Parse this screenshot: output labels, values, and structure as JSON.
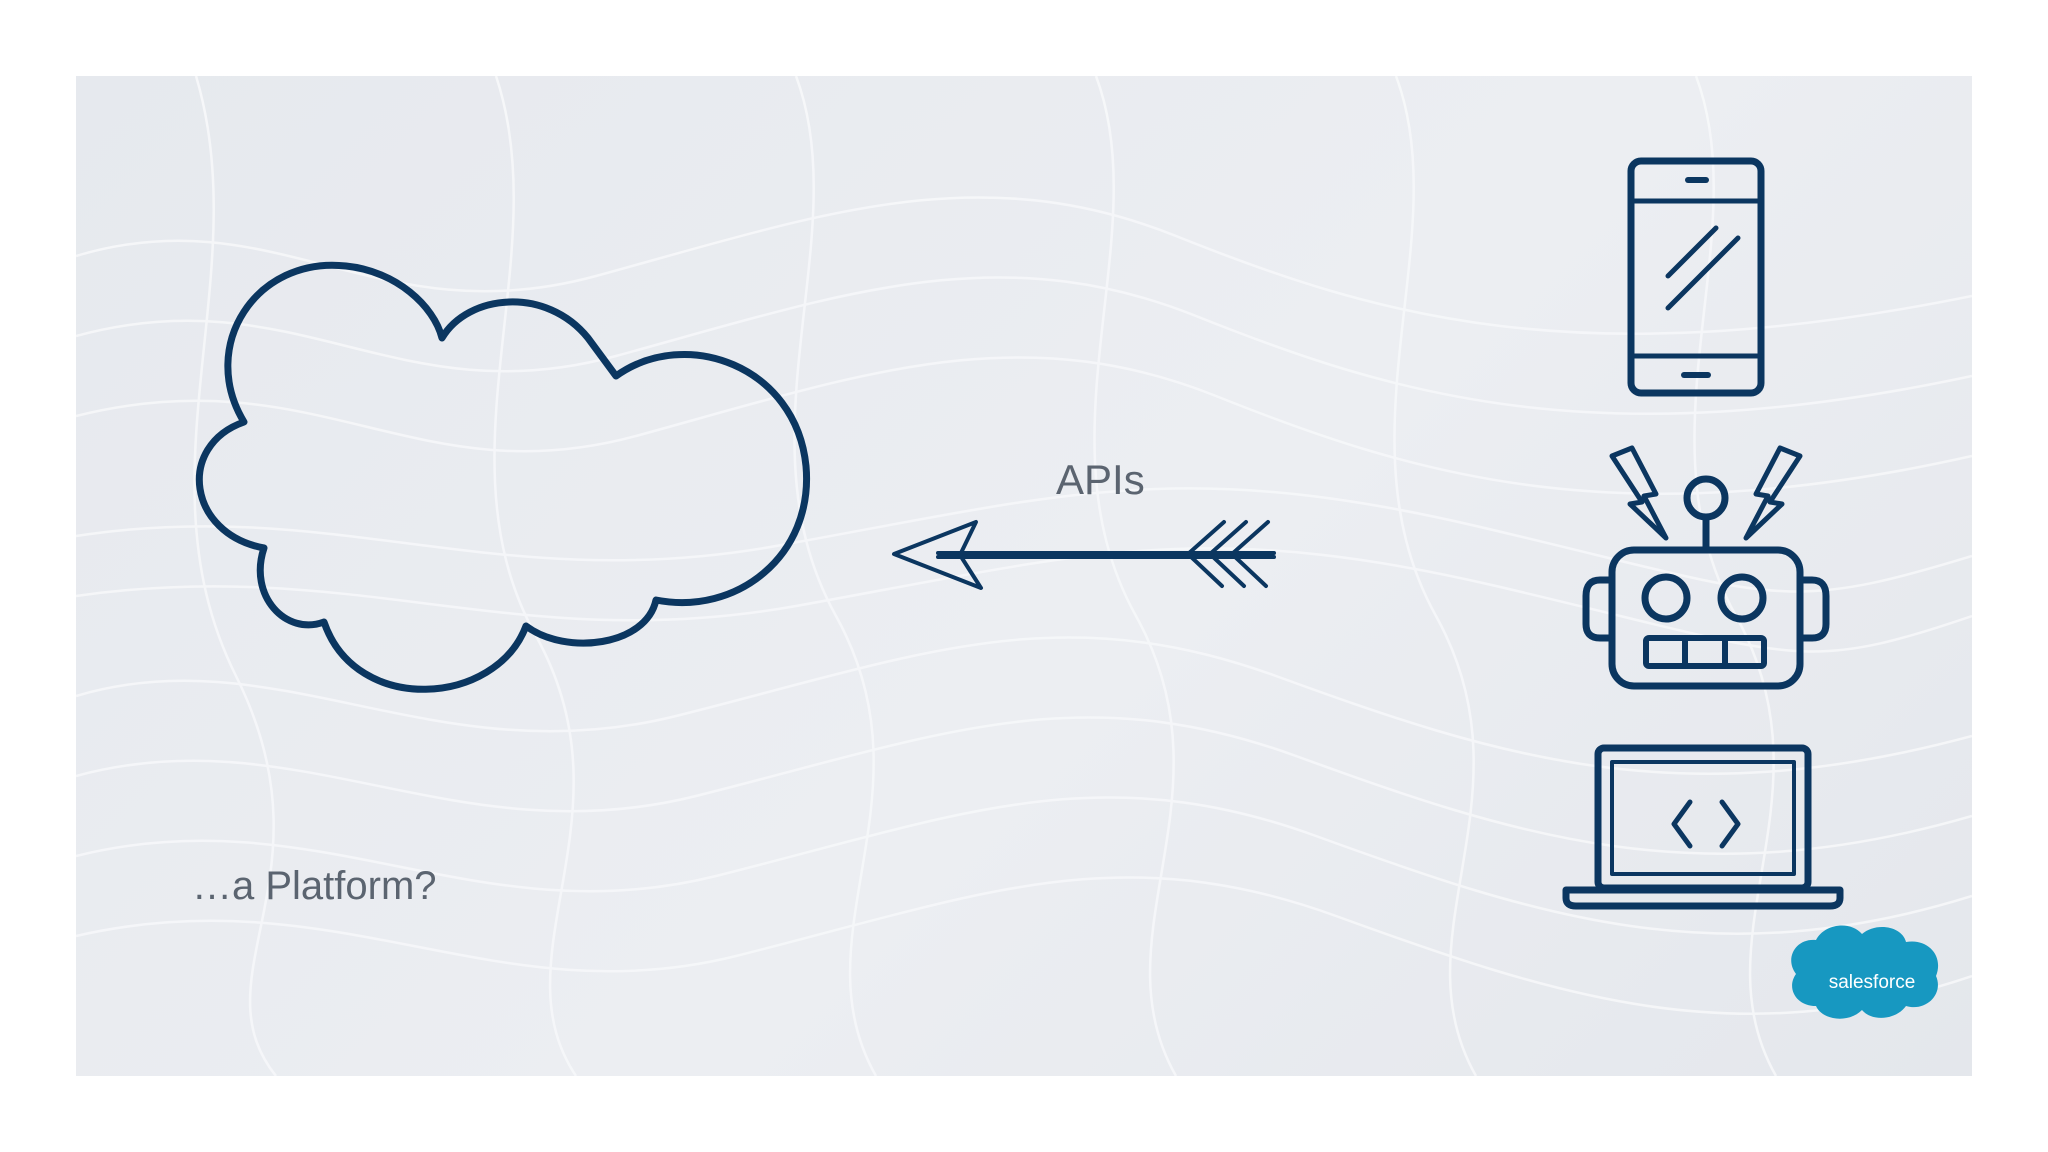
{
  "slide": {
    "apis_label": "APIs",
    "platform_label": "…a Platform?",
    "brand_logo_text": "salesforce"
  },
  "icons": [
    "cloud-icon",
    "arrow-icon",
    "smartphone-icon",
    "robot-icon",
    "laptop-code-icon",
    "salesforce-logo"
  ],
  "colors": {
    "icon_stroke": "#0b3660",
    "label_text": "#5b6470",
    "background": "#e9ecf0",
    "contour_lines": "#f7f8fa",
    "brand_blue": "#1798c1"
  }
}
